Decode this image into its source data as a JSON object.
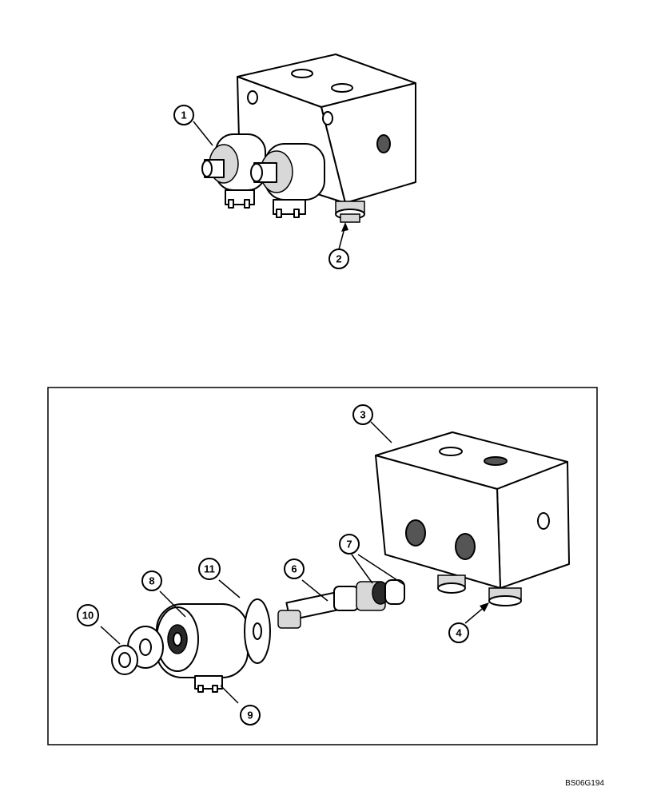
{
  "callouts": {
    "c1": "1",
    "c2": "2",
    "c3": "3",
    "c4": "4",
    "c6": "6",
    "c7": "7",
    "c8": "8",
    "c9": "9",
    "c10": "10",
    "c11": "11"
  },
  "figure_code": "BS06G194"
}
